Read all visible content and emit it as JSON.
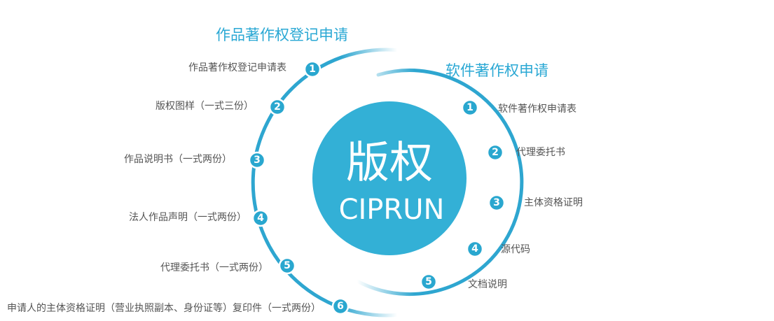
{
  "center": {
    "title": "版权",
    "subtitle": "CIPRUN"
  },
  "groups": {
    "artwork": {
      "heading": "作品著作权登记申请",
      "items": [
        {
          "num": "1",
          "label": "作品著作权登记申请表"
        },
        {
          "num": "2",
          "label": "版权图样（一式三份）"
        },
        {
          "num": "3",
          "label": "作品说明书（一式两份）"
        },
        {
          "num": "4",
          "label": "法人作品声明（一式两份）"
        },
        {
          "num": "5",
          "label": "代理委托书（一式两份）"
        },
        {
          "num": "6",
          "label": "申请人的主体资格证明（营业执照副本、身份证等）复印件（一式两份）"
        }
      ]
    },
    "software": {
      "heading": "软件著作权申请",
      "items": [
        {
          "num": "1",
          "label": "软件著作权申请表"
        },
        {
          "num": "2",
          "label": "代理委托书"
        },
        {
          "num": "3",
          "label": "主体资格证明"
        },
        {
          "num": "4",
          "label": "源代码"
        },
        {
          "num": "5",
          "label": "文档说明"
        }
      ]
    }
  },
  "colors": {
    "accent": "#29a7cf",
    "center_fill": "#33b0d6",
    "ring": "#2ea6d0",
    "text": "#555555",
    "heading": "#2aa8d4"
  }
}
